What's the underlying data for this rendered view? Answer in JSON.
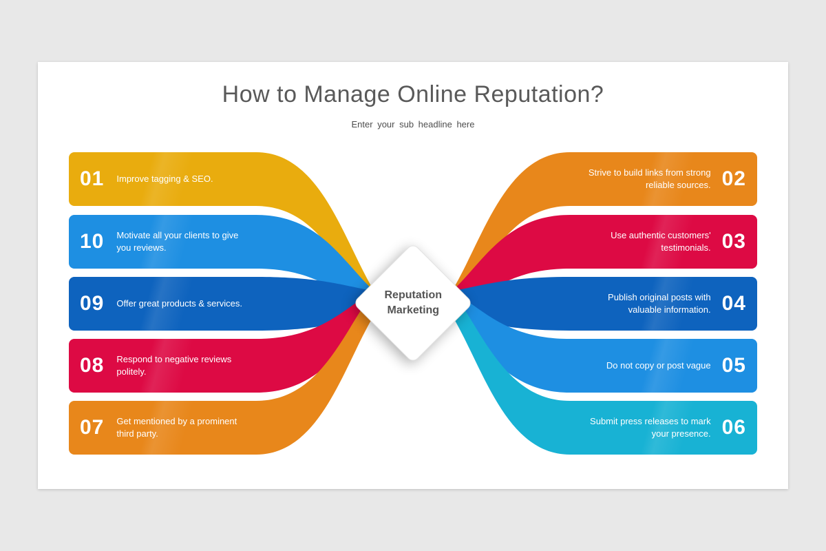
{
  "page": {
    "title": "How to Manage Online Reputation?",
    "subtitle": "Enter your sub headline here"
  },
  "center": {
    "label": "Reputation Marketing"
  },
  "left_items": [
    {
      "number": "01",
      "text": "Improve tagging & SEO.",
      "color": "#E9AC0E"
    },
    {
      "number": "10",
      "text": "Motivate all your clients to give you reviews.",
      "color": "#1E8FE2"
    },
    {
      "number": "09",
      "text": "Offer great products & services.",
      "color": "#0E63BE"
    },
    {
      "number": "08",
      "text": "Respond to negative reviews politely.",
      "color": "#DD0A44"
    },
    {
      "number": "07",
      "text": "Get mentioned by a prominent third party.",
      "color": "#E8871B"
    }
  ],
  "right_items": [
    {
      "number": "02",
      "text": "Strive to build links from strong reliable sources.",
      "color": "#E8871B"
    },
    {
      "number": "03",
      "text": "Use authentic customers' testimonials.",
      "color": "#DD0A44"
    },
    {
      "number": "04",
      "text": "Publish original posts with valuable information.",
      "color": "#0E63BE"
    },
    {
      "number": "05",
      "text": "Do not copy or post vague",
      "color": "#1E8FE2"
    },
    {
      "number": "06",
      "text": "Submit press releases to mark your presence.",
      "color": "#18B2D4"
    }
  ]
}
